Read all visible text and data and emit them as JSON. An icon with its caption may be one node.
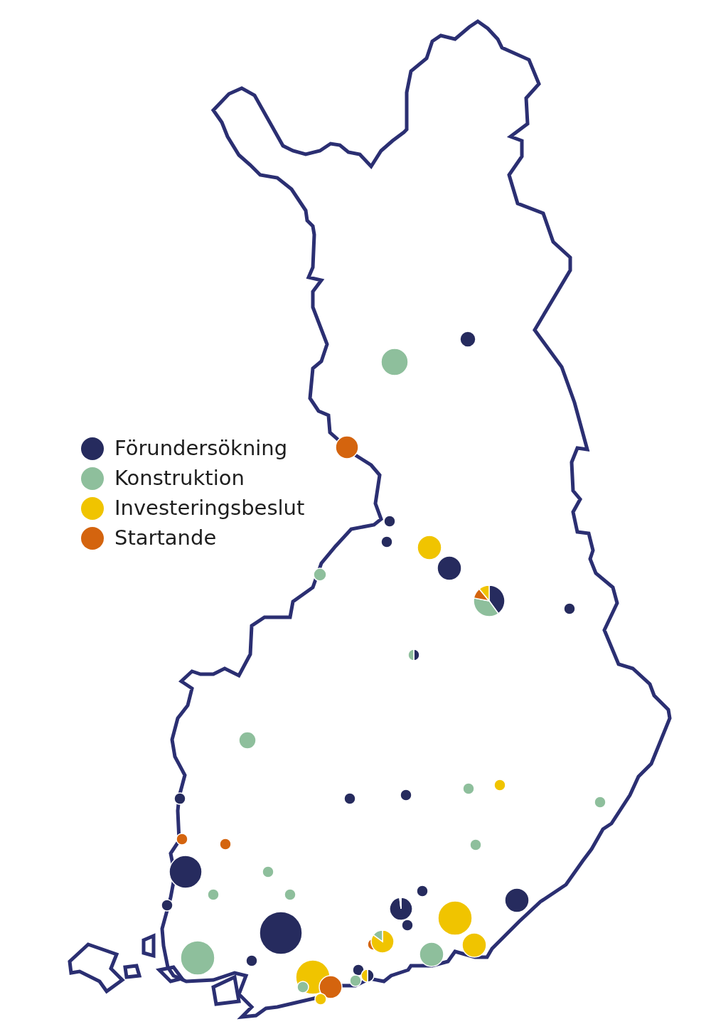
{
  "diagram": {
    "legend": [
      {
        "text": "Förundersökning",
        "color": "#262b5e"
      },
      {
        "text": "Konstruktion",
        "color": "#8ebf9c"
      },
      {
        "text": "Investeringsbeslut",
        "color": "#f0c400"
      },
      {
        "text": "Startande",
        "color": "#d4640e"
      }
    ]
  }
}
